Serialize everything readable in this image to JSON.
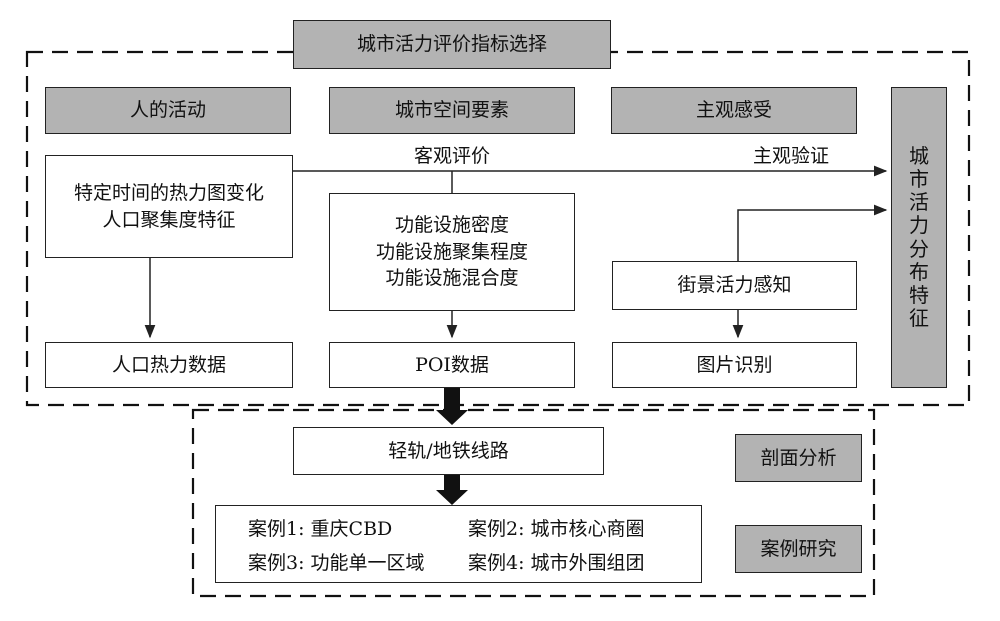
{
  "title": "城市活力评价指标选择",
  "categories": {
    "human_activity": "人的活动",
    "spatial_elements": "城市空间要素",
    "subjective_perception": "主观感受"
  },
  "indicators": {
    "human": [
      "特定时间的热力图变化",
      "人口聚集度特征"
    ],
    "spatial": [
      "功能设施密度",
      "功能设施聚集程度",
      "功能设施混合度"
    ],
    "subjective": "街景活力感知"
  },
  "data_sources": {
    "human": "人口热力数据",
    "spatial": "POI数据",
    "subjective": "图片识别"
  },
  "edge_labels": {
    "objective": "客观评价",
    "subjective_verify": "主观验证"
  },
  "result_chars": [
    "城",
    "市",
    "活",
    "力",
    "分",
    "布",
    "特",
    "征"
  ],
  "line": "轻轨/地铁线路",
  "methods": {
    "section": "剖面分析",
    "case": "案例研究"
  },
  "cases": [
    "案例1: 重庆CBD",
    "案例2: 城市核心商圈",
    "案例3: 功能单一区域",
    "案例4: 城市外围组团"
  ]
}
